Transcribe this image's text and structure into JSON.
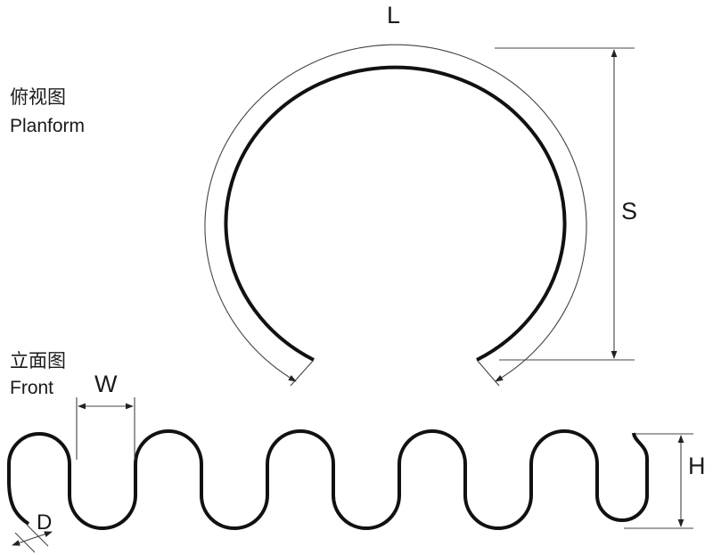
{
  "views": {
    "planform": {
      "title_cn": "俯视图",
      "title_en": "Planform"
    },
    "front": {
      "title_cn": "立面图",
      "title_en": "Front"
    }
  },
  "dimensions": {
    "L": "L",
    "S": "S",
    "W": "W",
    "H": "H",
    "D": "D"
  },
  "colors": {
    "spring": "#111111",
    "dimension_line": "#444444"
  }
}
